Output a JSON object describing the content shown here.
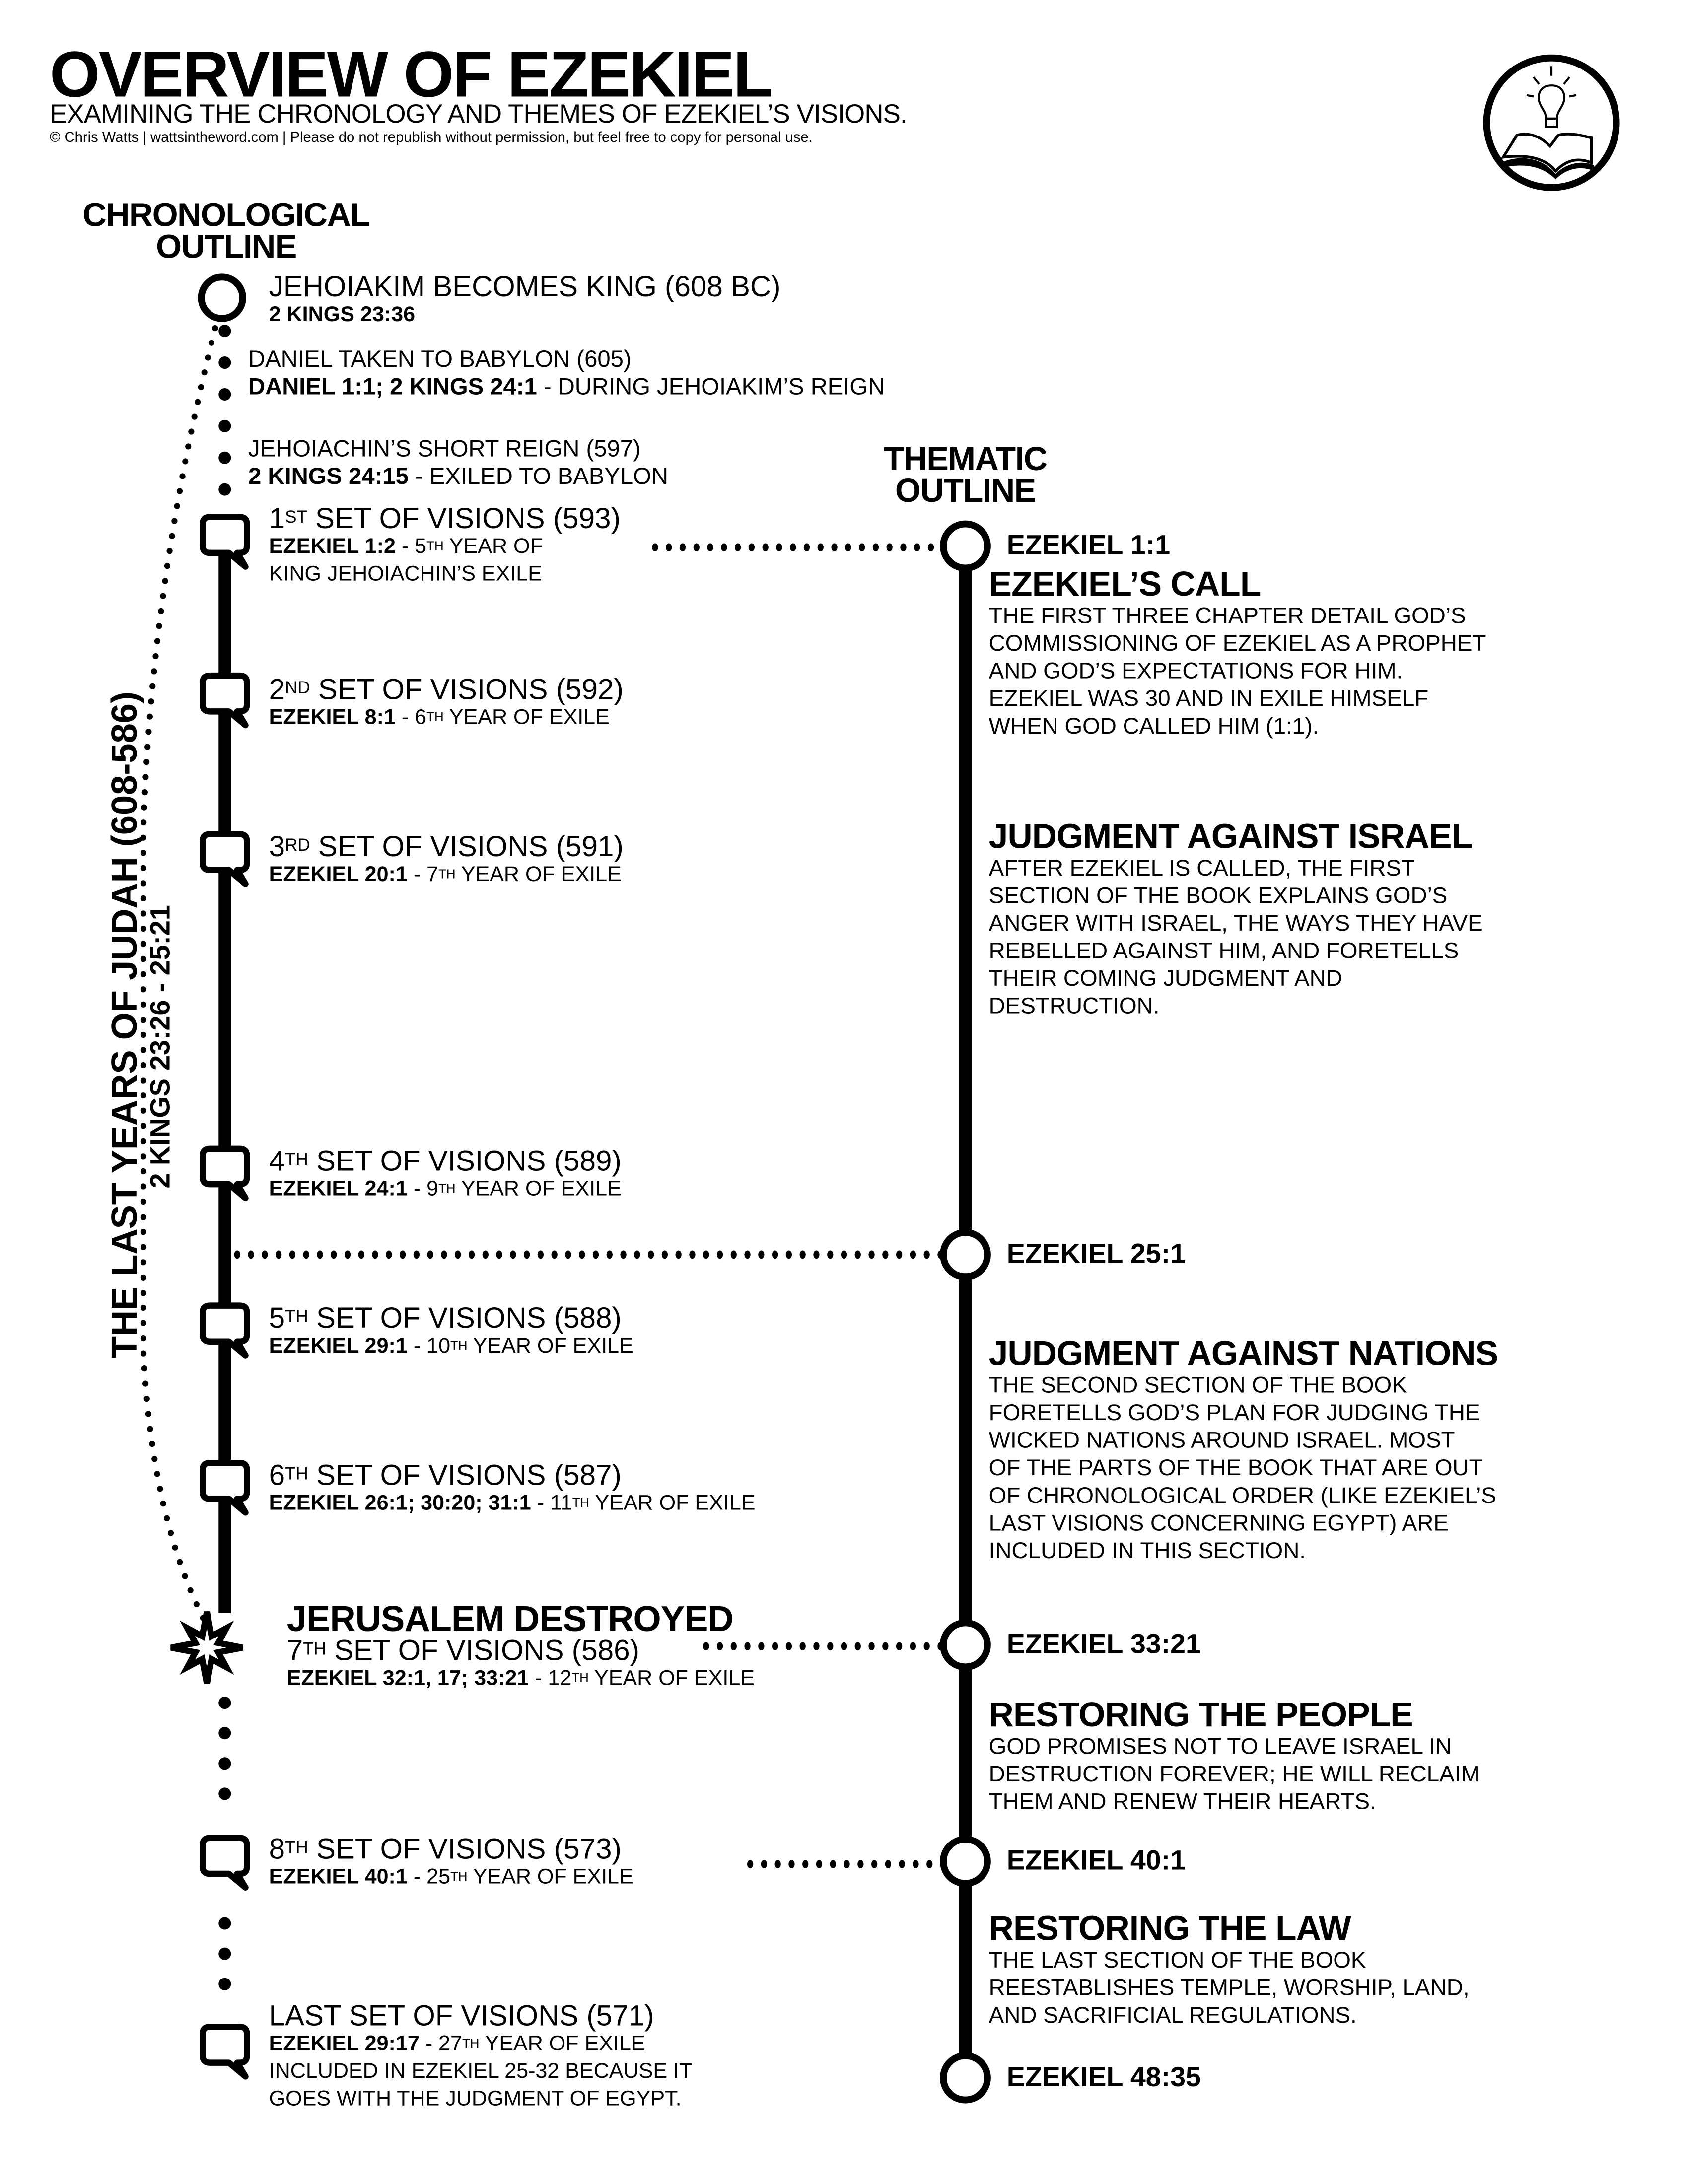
{
  "header": {
    "title": "OVERVIEW OF EZEKIEL",
    "subtitle": "EXAMINING THE CHRONOLOGY AND THEMES OF EZEKIEL’S VISIONS.",
    "copyright": "© Chris Watts | wattsintheword.com | Please do not republish without permission, but feel free to copy for personal use.",
    "logo_icon": "lightbulb-over-open-book-icon"
  },
  "chrono": {
    "heading_1": "CHRONOLOGICAL",
    "heading_2": "OUTLINE",
    "bracket_label": "THE LAST YEARS OF JUDAH  (608-586)",
    "bracket_ref": "2 KINGS 23:26 - 25:21",
    "items": [
      {
        "icon": "circle",
        "lines": [
          [
            "JEHOIAKIM BECOMES KING (608 BC)"
          ],
          [
            {
              "b": "2 KINGS 23:36"
            }
          ]
        ]
      },
      {
        "icon": "dot",
        "lines": [
          [
            "DANIEL TAKEN TO BABYLON (605)"
          ],
          [
            {
              "b": "DANIEL 1:1; 2 KINGS 24:1"
            },
            " - DURING JEHOIAKIM’S REIGN"
          ]
        ]
      },
      {
        "icon": "dot",
        "lines": [
          [
            "JEHOIACHIN’S SHORT REIGN (597)"
          ],
          [
            {
              "b": "2 KINGS 24:15"
            },
            " - EXILED TO BABYLON"
          ]
        ]
      },
      {
        "icon": "speech-bubble",
        "lines": [
          [
            "1",
            {
              "sup": "ST"
            },
            " SET OF VISIONS (593)"
          ],
          [
            {
              "b": "EZEKIEL 1:2"
            },
            " - 5",
            {
              "sup": "TH"
            },
            " YEAR OF"
          ],
          [
            "KING JEHOIACHIN’S EXILE"
          ]
        ]
      },
      {
        "icon": "speech-bubble",
        "lines": [
          [
            "2",
            {
              "sup": "ND"
            },
            " SET OF VISIONS (592)"
          ],
          [
            {
              "b": "EZEKIEL 8:1"
            },
            " - 6",
            {
              "sup": "TH"
            },
            " YEAR OF EXILE"
          ]
        ]
      },
      {
        "icon": "speech-bubble",
        "lines": [
          [
            "3",
            {
              "sup": "RD"
            },
            " SET OF VISIONS (591)"
          ],
          [
            {
              "b": "EZEKIEL 20:1"
            },
            " - 7",
            {
              "sup": "TH"
            },
            " YEAR OF EXILE"
          ]
        ]
      },
      {
        "icon": "speech-bubble",
        "lines": [
          [
            "4",
            {
              "sup": "TH"
            },
            " SET OF VISIONS (589)"
          ],
          [
            {
              "b": "EZEKIEL 24:1"
            },
            " - 9",
            {
              "sup": "TH"
            },
            " YEAR OF EXILE"
          ]
        ]
      },
      {
        "icon": "speech-bubble",
        "lines": [
          [
            "5",
            {
              "sup": "TH"
            },
            " SET OF VISIONS (588)"
          ],
          [
            {
              "b": "EZEKIEL 29:1"
            },
            " - 10",
            {
              "sup": "TH"
            },
            " YEAR OF EXILE"
          ]
        ]
      },
      {
        "icon": "speech-bubble",
        "lines": [
          [
            "6",
            {
              "sup": "TH"
            },
            " SET OF VISIONS (587)"
          ],
          [
            {
              "b": "EZEKIEL 26:1; 30:20; 31:1"
            },
            " - 11",
            {
              "sup": "TH"
            },
            " YEAR OF EXILE"
          ]
        ]
      },
      {
        "icon": "burst",
        "lines": [
          [
            {
              "b": "JERUSALEM DESTROYED"
            }
          ],
          [
            "7",
            {
              "sup": "TH"
            },
            " SET OF VISIONS (586)"
          ],
          [
            {
              "b": "EZEKIEL 32:1, 17; 33:21"
            },
            " - 12",
            {
              "sup": "TH"
            },
            " YEAR OF EXILE"
          ]
        ]
      },
      {
        "icon": "speech-bubble",
        "lines": [
          [
            "8",
            {
              "sup": "TH"
            },
            " SET OF VISIONS (573)"
          ],
          [
            {
              "b": "EZEKIEL 40:1"
            },
            " - 25",
            {
              "sup": "TH"
            },
            " YEAR OF EXILE"
          ]
        ]
      },
      {
        "icon": "speech-bubble",
        "lines": [
          [
            "LAST SET OF VISIONS (571)"
          ],
          [
            {
              "b": "EZEKIEL 29:17"
            },
            " - 27",
            {
              "sup": "TH"
            },
            " YEAR OF EXILE"
          ],
          [
            "INCLUDED IN EZEKIEL 25-32 BECAUSE IT"
          ],
          [
            "GOES WITH THE JUDGMENT OF EGYPT."
          ]
        ]
      }
    ]
  },
  "thematic": {
    "heading_1": "THEMATIC",
    "heading_2": "OUTLINE",
    "markers": [
      "EZEKIEL 1:1",
      "EZEKIEL 25:1",
      "EZEKIEL 33:21",
      "EZEKIEL 40:1",
      "EZEKIEL 48:35"
    ],
    "sections": [
      {
        "title": "EZEKIEL’S CALL",
        "body": [
          "THE FIRST THREE CHAPTER DETAIL GOD’S",
          "COMMISSIONING OF EZEKIEL AS A PROPHET",
          "AND GOD’S EXPECTATIONS FOR HIM.",
          "EZEKIEL WAS 30 AND IN EXILE HIMSELF",
          "WHEN GOD CALLED HIM (1:1)."
        ]
      },
      {
        "title": "JUDGMENT AGAINST ISRAEL",
        "body": [
          "AFTER EZEKIEL IS CALLED, THE FIRST",
          "SECTION OF THE BOOK EXPLAINS GOD’S",
          "ANGER WITH ISRAEL, THE WAYS THEY HAVE",
          "REBELLED AGAINST HIM, AND FORETELLS",
          "THEIR COMING JUDGMENT AND",
          "DESTRUCTION."
        ]
      },
      {
        "title": "JUDGMENT AGAINST NATIONS",
        "body": [
          "THE SECOND SECTION OF THE BOOK",
          "FORETELLS GOD’S PLAN FOR JUDGING THE",
          "WICKED NATIONS AROUND ISRAEL. MOST",
          "OF THE PARTS OF THE BOOK THAT ARE OUT",
          "OF CHRONOLOGICAL ORDER (LIKE EZEKIEL’S",
          "LAST VISIONS CONCERNING EGYPT) ARE",
          "INCLUDED IN THIS SECTION."
        ]
      },
      {
        "title": "RESTORING THE PEOPLE",
        "body": [
          "GOD PROMISES NOT TO LEAVE ISRAEL IN",
          "DESTRUCTION FOREVER; HE WILL RECLAIM",
          "THEM AND RENEW THEIR HEARTS."
        ]
      },
      {
        "title": "RESTORING THE LAW",
        "body": [
          "THE LAST SECTION OF THE BOOK",
          "REESTABLISHES TEMPLE, WORSHIP, LAND,",
          "AND SACRIFICIAL REGULATIONS."
        ]
      }
    ]
  }
}
